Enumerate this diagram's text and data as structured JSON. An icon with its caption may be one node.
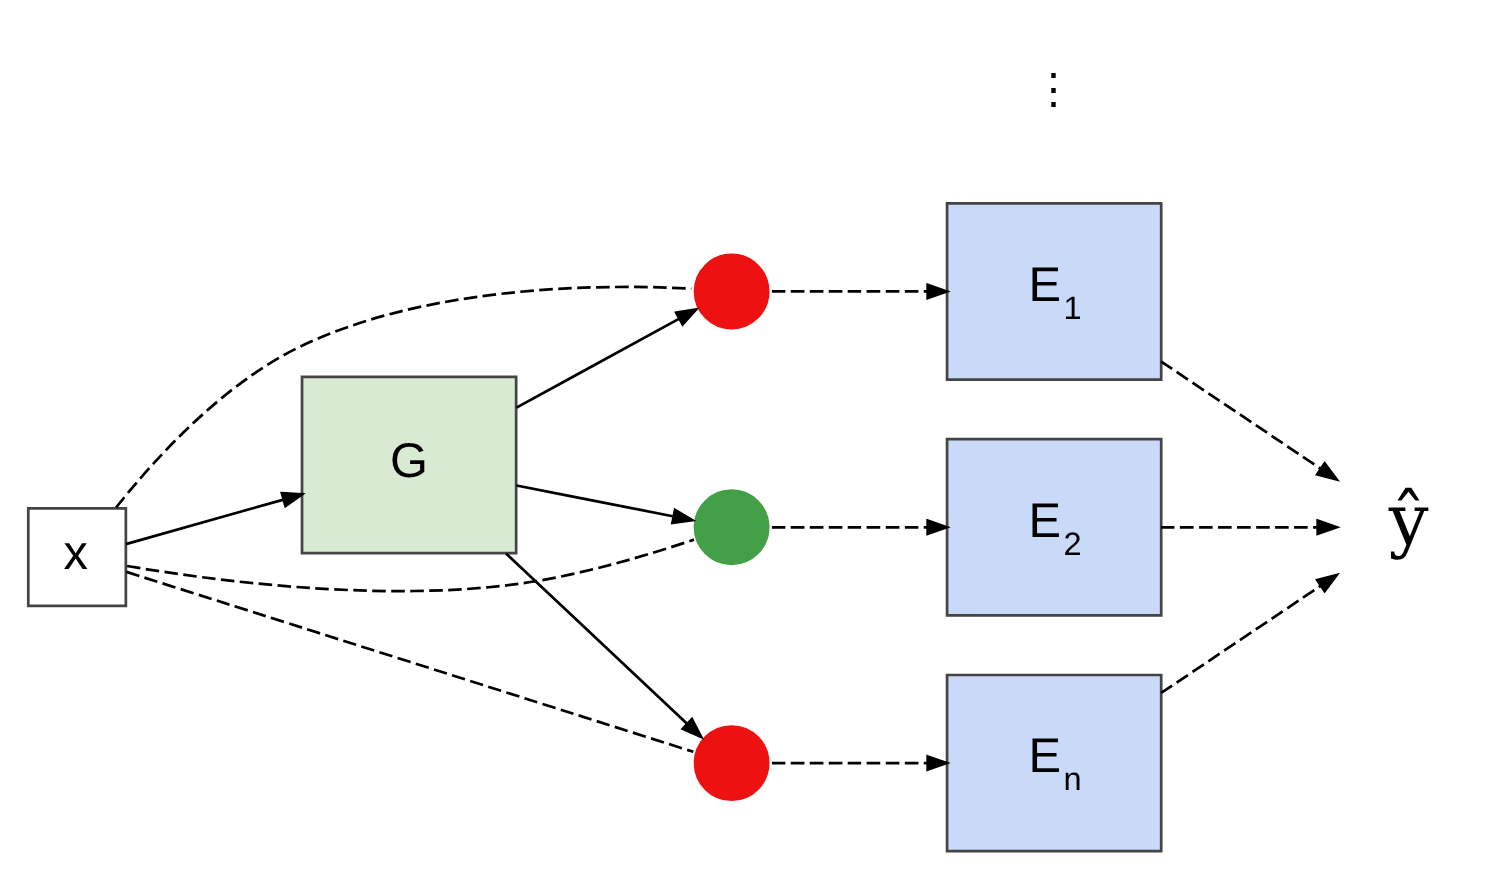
{
  "diagram": {
    "nodes": [
      {
        "text": [
          "x"
        ]
      },
      {
        "text": [
          "G"
        ]
      },
      {
        "text": [],
        "shape": "circle"
      },
      {
        "text": [],
        "shape": "circle"
      },
      {
        "text": [],
        "shape": "circle"
      },
      {
        "text": [
          "E$_{1}$"
        ]
      },
      {
        "text": [
          "E$_{2}$"
        ]
      },
      {
        "text": [
          "E$_{n}$"
        ]
      },
      {
        "text": [
          "ŷ"
        ]
      }
    ],
    "edges": [
      {
        "from": 0,
        "to": 1,
        "arrow": "to"
      },
      {
        "from": 1,
        "to": 2,
        "arrow": "to"
      },
      {
        "from": 1,
        "to": 3,
        "arrow": "to"
      },
      {
        "from": 1,
        "to": 4,
        "arrow": "to"
      },
      {
        "from": 0,
        "to": 2,
        "arrow": "none",
        "style": "dashed"
      },
      {
        "from": 0,
        "to": 3,
        "arrow": "none",
        "style": "dashed"
      },
      {
        "from": 0,
        "to": 4,
        "arrow": "none",
        "style": "dashed"
      },
      {
        "from": 2,
        "to": 5,
        "arrow": "to",
        "style": "dashed"
      },
      {
        "from": 3,
        "to": 6,
        "arrow": "to",
        "style": "dashed"
      },
      {
        "from": 4,
        "to": 7,
        "arrow": "to",
        "style": "dashed"
      },
      {
        "from": 5,
        "to": 8,
        "arrow": "to",
        "style": "dashed"
      },
      {
        "from": 6,
        "to": 8,
        "arrow": "to",
        "style": "dashed"
      },
      {
        "from": 7,
        "to": 8,
        "arrow": "to",
        "style": "dashed"
      }
    ],
    "labels": [
      "⋮"
    ]
  }
}
